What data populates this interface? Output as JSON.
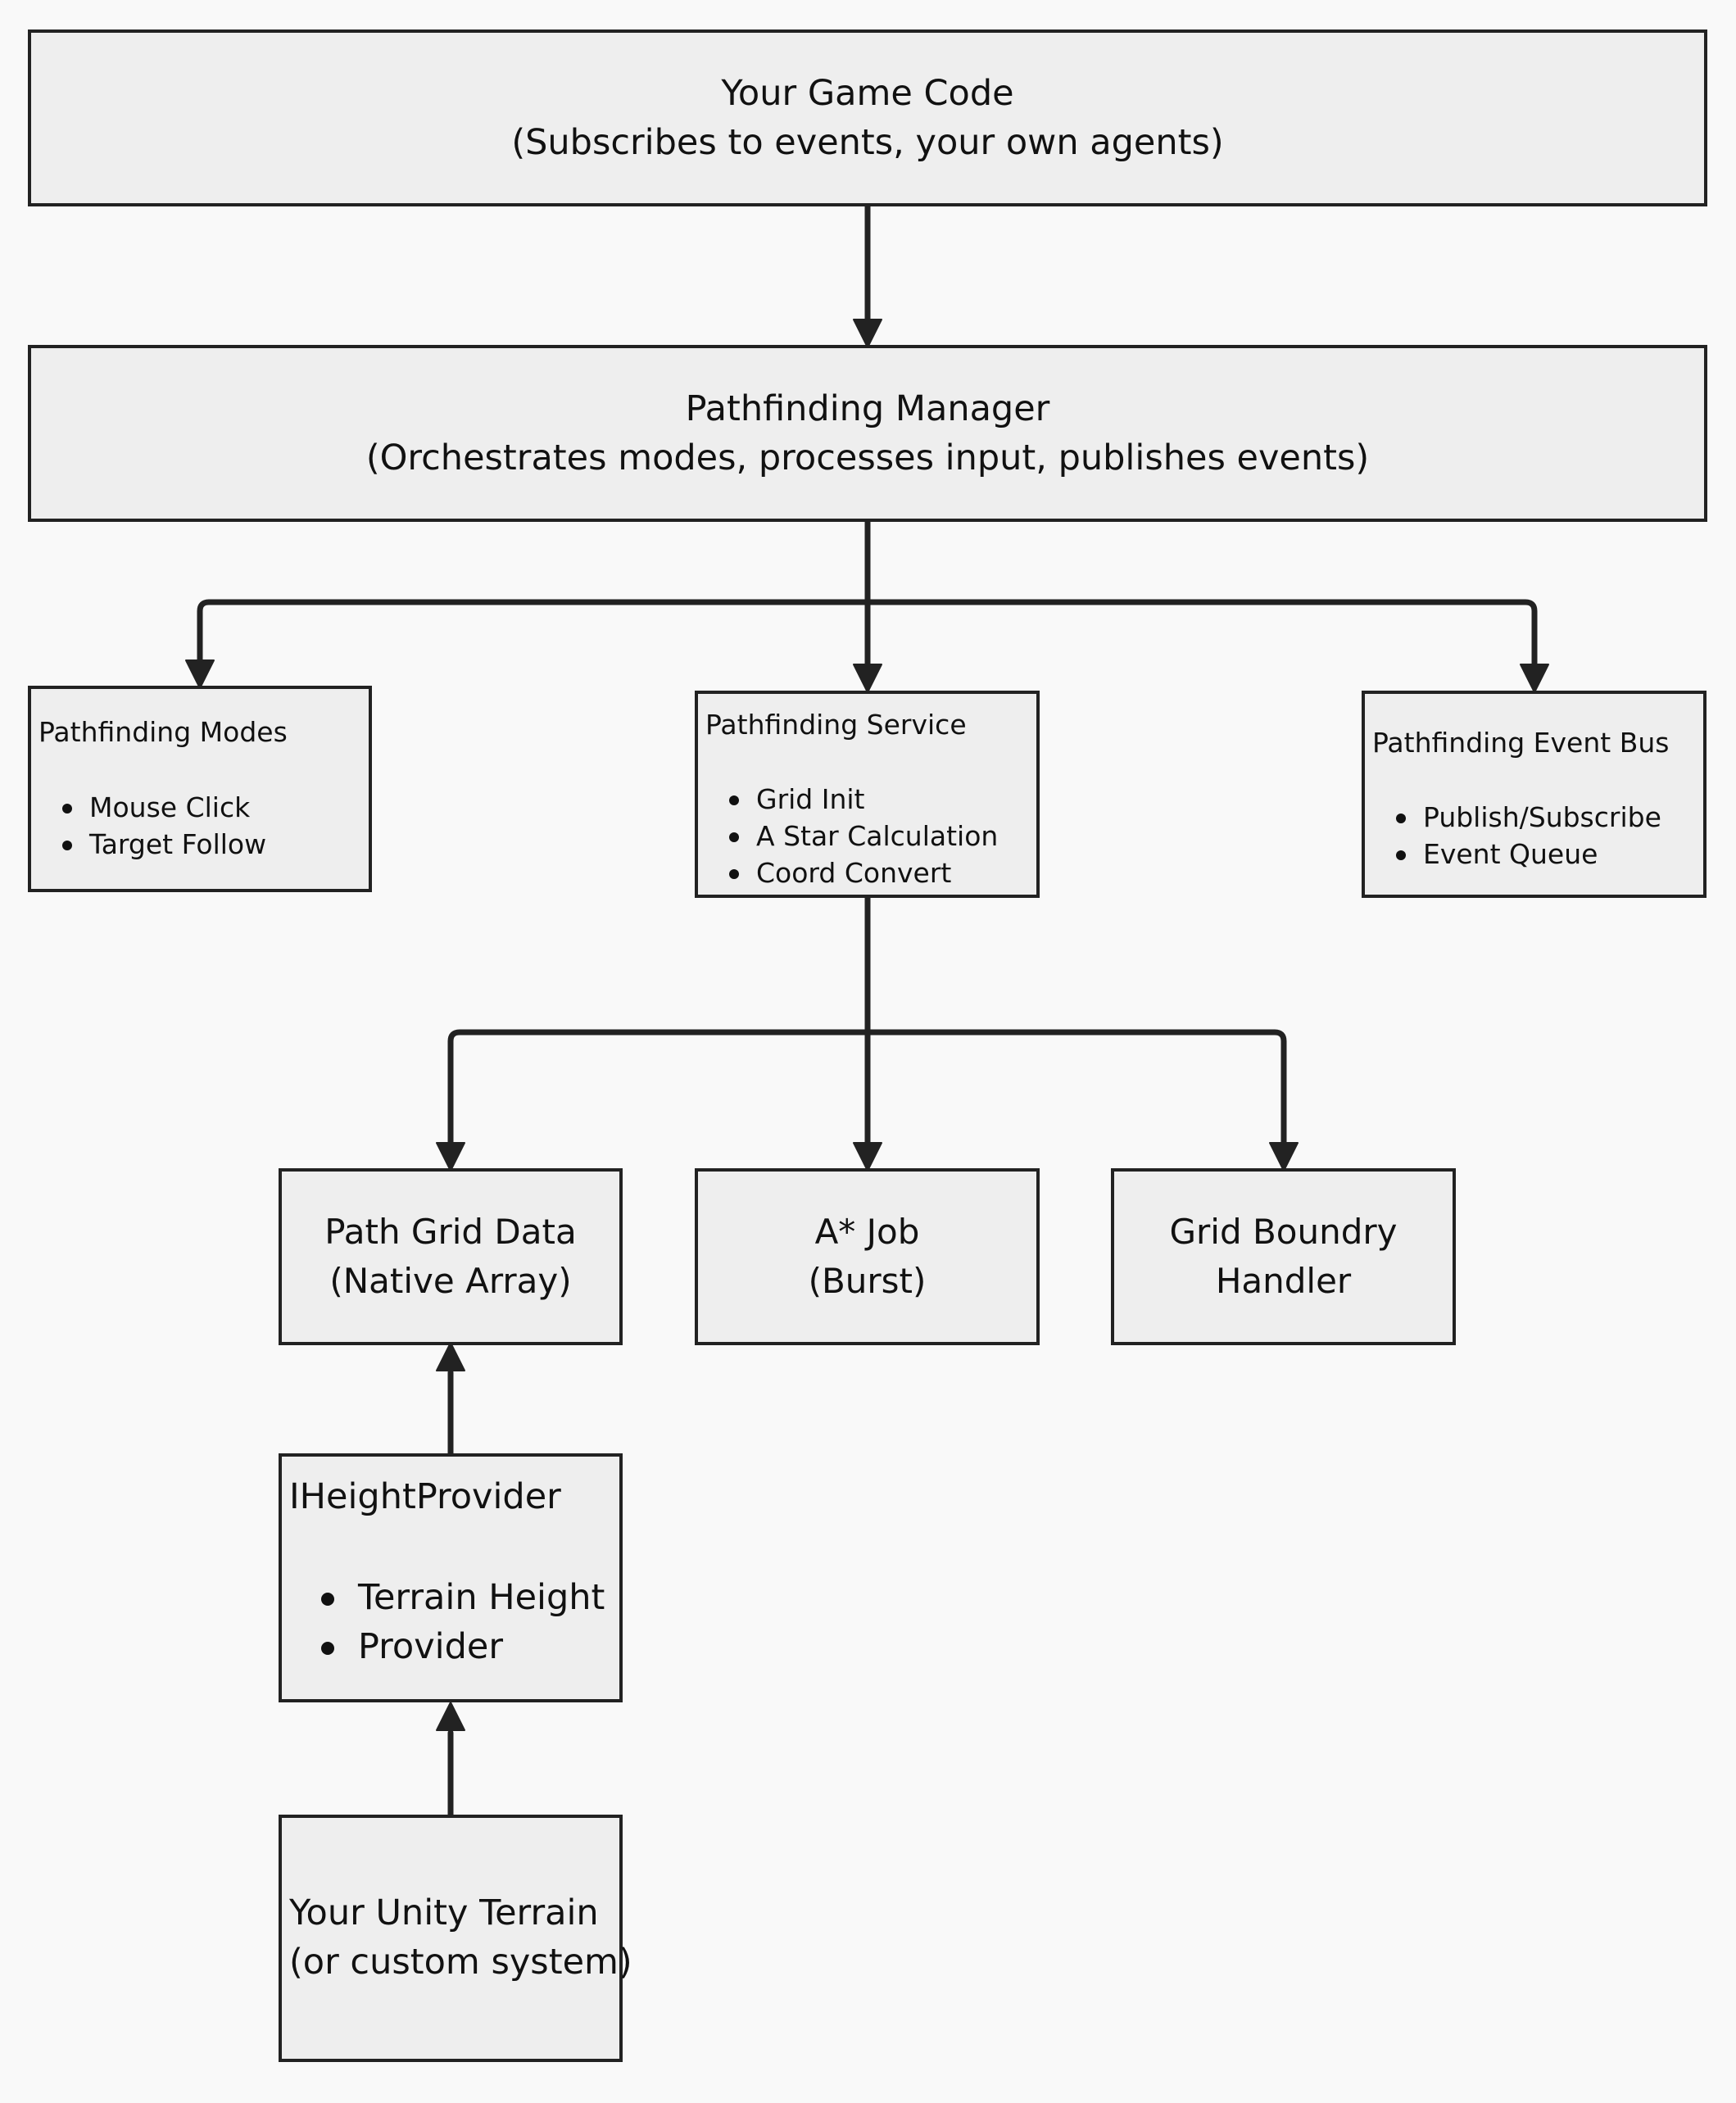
{
  "diagram": {
    "game_code": {
      "title": "Your Game Code",
      "subtitle": "(Subscribes to events, your own agents)"
    },
    "manager": {
      "title": "Pathfinding Manager",
      "subtitle": "(Orchestrates modes, processes input, publishes events)"
    },
    "modes": {
      "title": "Pathfinding Modes",
      "items": [
        "Mouse Click",
        "Target Follow"
      ]
    },
    "service": {
      "title": "Pathfinding Service",
      "items": [
        "Grid Init",
        "A Star Calculation",
        "Coord Convert"
      ]
    },
    "event_bus": {
      "title": "Pathfinding Event Bus",
      "items": [
        "Publish/Subscribe",
        "Event Queue"
      ]
    },
    "grid_data": {
      "line1": "Path Grid Data",
      "line2": "(Native Array)"
    },
    "astar_job": {
      "line1": "A* Job",
      "line2": "(Burst)"
    },
    "boundary": {
      "line1": "Grid Boundry",
      "line2": "Handler"
    },
    "height_provider": {
      "title": "IHeightProvider",
      "items": [
        "Terrain Height",
        "Provider"
      ]
    },
    "terrain": {
      "line1": "Your Unity Terrain",
      "line2": "(or custom system)"
    }
  },
  "colors": {
    "background": "#f9f9f9",
    "box_fill": "#eeeeee",
    "stroke": "#222222",
    "text": "#111111"
  }
}
